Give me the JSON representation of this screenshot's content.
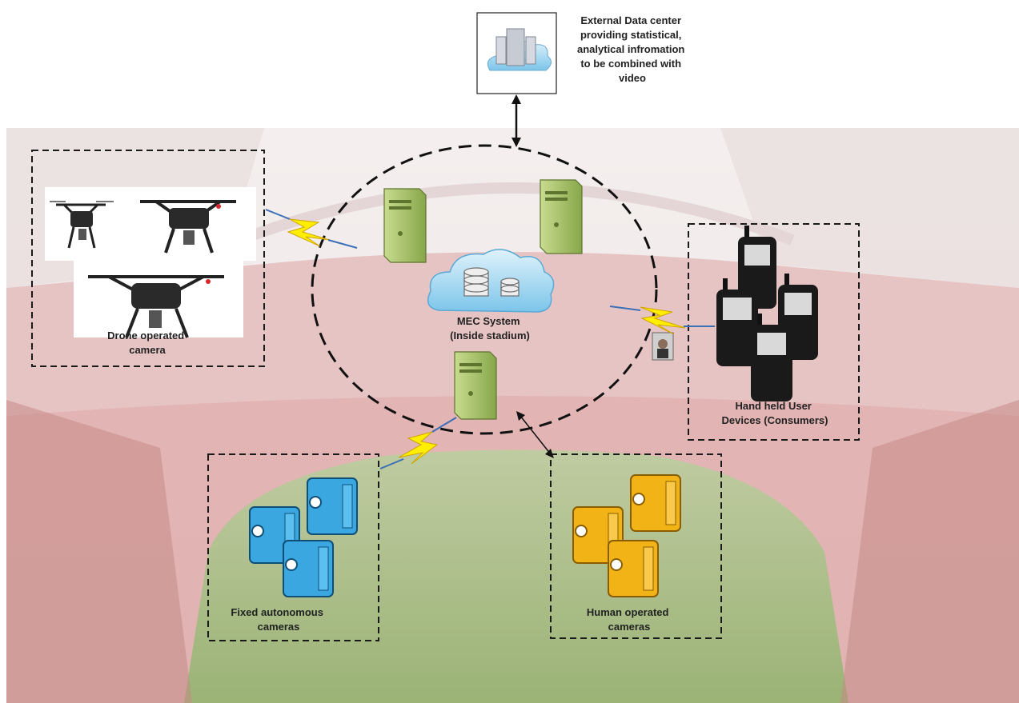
{
  "external_datacenter": {
    "label_lines": [
      "External Data center",
      "providing statistical,",
      "analytical infromation",
      "to be combined with",
      "video"
    ]
  },
  "mec_system": {
    "label_lines": [
      "MEC System",
      "(Inside stadium)"
    ]
  },
  "drone_group": {
    "label_lines": [
      "Drone operated",
      "camera"
    ]
  },
  "handheld_group": {
    "label_lines": [
      "Hand held User",
      "Devices (Consumers)"
    ]
  },
  "fixed_cameras_group": {
    "label_lines": [
      "Fixed autonomous",
      "cameras"
    ]
  },
  "human_cameras_group": {
    "label_lines": [
      "Human operated",
      "cameras"
    ]
  },
  "colors": {
    "server": "#9dbb5a",
    "fixed_camera": "#3aa7e0",
    "human_camera": "#f2b316",
    "lightning": "#ffee00",
    "stadium_seats": "#c9565a",
    "pitch": "#8fb36b"
  },
  "icons": [
    "server-icon",
    "cloud-database-icon",
    "drone-icon",
    "phone-icon",
    "video-camera-icon",
    "lightning-icon",
    "datacenter-cloud-icon"
  ]
}
